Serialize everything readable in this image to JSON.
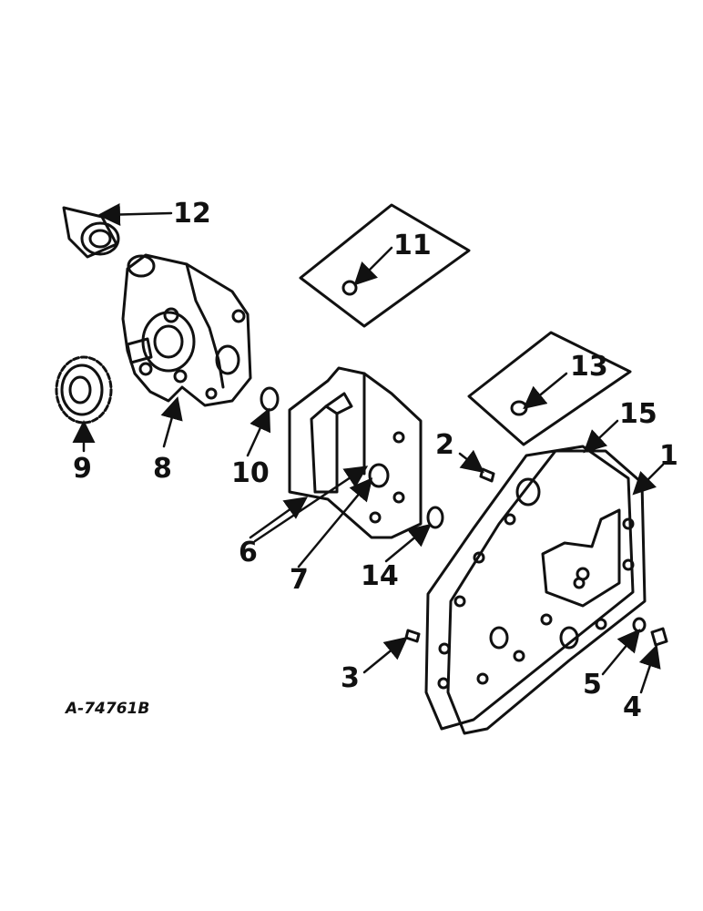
{
  "diagram": {
    "reference_code": "A-74761B",
    "callouts": [
      {
        "id": "c1",
        "number": "1"
      },
      {
        "id": "c2",
        "number": "2"
      },
      {
        "id": "c3",
        "number": "3"
      },
      {
        "id": "c4",
        "number": "4"
      },
      {
        "id": "c5",
        "number": "5"
      },
      {
        "id": "c6",
        "number": "6"
      },
      {
        "id": "c7",
        "number": "7"
      },
      {
        "id": "c8",
        "number": "8"
      },
      {
        "id": "c9",
        "number": "9"
      },
      {
        "id": "c10",
        "number": "10"
      },
      {
        "id": "c11",
        "number": "11"
      },
      {
        "id": "c12",
        "number": "12"
      },
      {
        "id": "c13",
        "number": "13"
      },
      {
        "id": "c14",
        "number": "14"
      },
      {
        "id": "c15",
        "number": "15"
      }
    ],
    "colors": {
      "ink": "#111111",
      "paper": "#ffffff"
    }
  }
}
